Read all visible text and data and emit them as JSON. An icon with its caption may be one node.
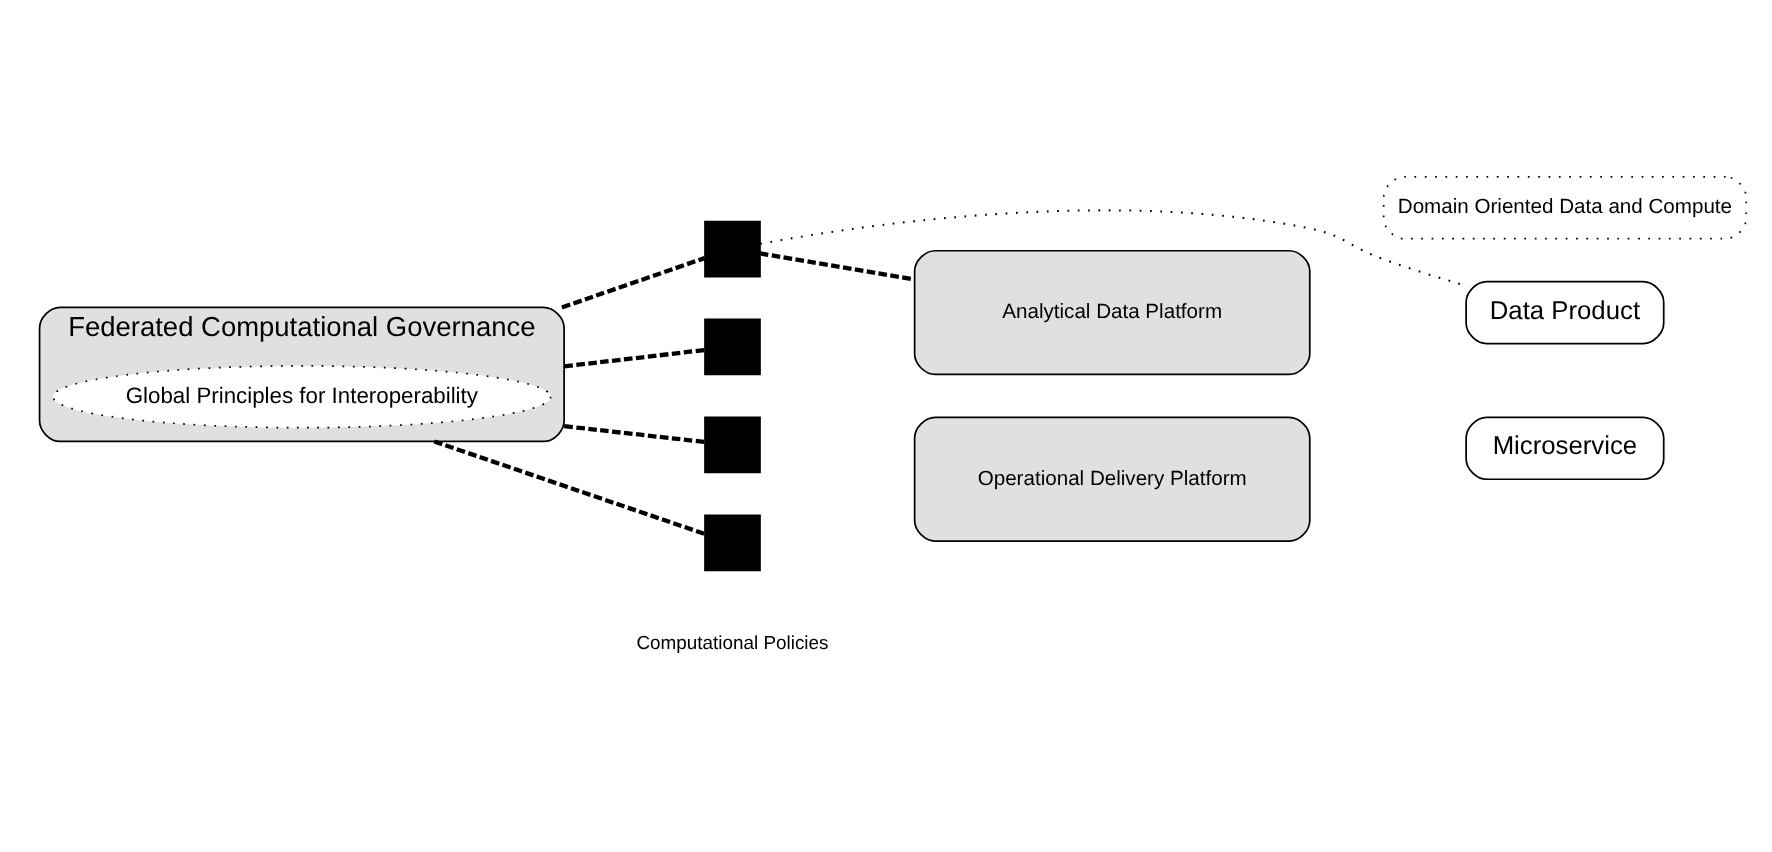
{
  "diagram": {
    "nodes": [
      {
        "text": [
          "Federated Computational Governance"
        ]
      },
      {
        "text": [
          "Global Principles for Interoperability"
        ],
        "in": 0
      },
      {
        "text": [],
        "shape": "box"
      },
      {
        "text": [],
        "shape": "box"
      },
      {
        "text": [],
        "shape": "box"
      },
      {
        "text": [],
        "shape": "box"
      },
      {
        "text": [
          "Domain Oriented Data and Compute"
        ]
      },
      {
        "text": [
          "Analytical Data Platform"
        ]
      },
      {
        "text": [
          "Data Product"
        ]
      },
      {
        "text": [
          "Operational Delivery Platform"
        ]
      },
      {
        "text": [
          "Microservice"
        ]
      }
    ],
    "edges": [
      {
        "from": 0,
        "to": 2,
        "arrow": "none",
        "style": "dashed"
      },
      {
        "from": 0,
        "to": 3,
        "arrow": "none",
        "style": "dashed"
      },
      {
        "from": 0,
        "to": 4,
        "arrow": "none",
        "style": "dashed"
      },
      {
        "from": 0,
        "to": 5,
        "arrow": "none",
        "style": "dashed"
      },
      {
        "from": 2,
        "to": 7,
        "arrow": "none",
        "style": "dashed"
      },
      {
        "from": 2,
        "to": 8,
        "arrow": "none"
      }
    ],
    "labels": [
      "Computational Policies"
    ]
  }
}
